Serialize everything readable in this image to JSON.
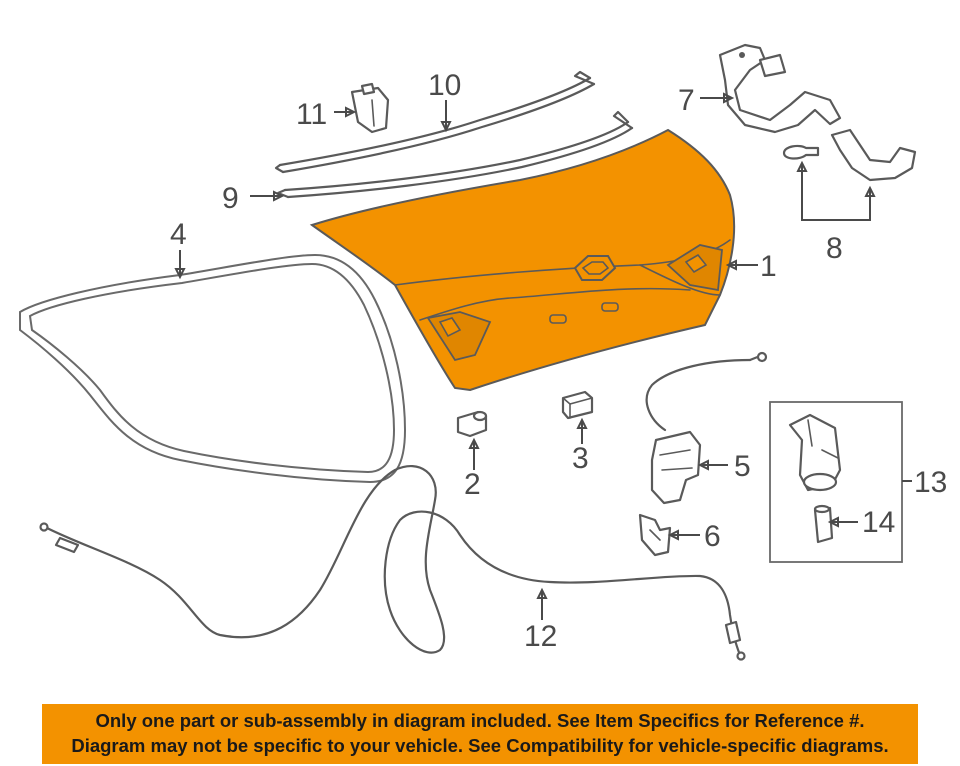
{
  "diagram": {
    "highlight_color": "#f39200",
    "line_color": "#5a5a5a",
    "callouts": {
      "c1": "1",
      "c2": "2",
      "c3": "3",
      "c4": "4",
      "c5": "5",
      "c6": "6",
      "c7": "7",
      "c8": "8",
      "c9": "9",
      "c10": "10",
      "c11": "11",
      "c12": "12",
      "c13": "13",
      "c14": "14"
    }
  },
  "banner": {
    "background": "#f39200",
    "line1": "Only one part or sub-assembly in diagram included. See Item Specifics for Reference #.",
    "line2": "Diagram may not be specific to your vehicle. See Compatibility for vehicle-specific diagrams."
  }
}
